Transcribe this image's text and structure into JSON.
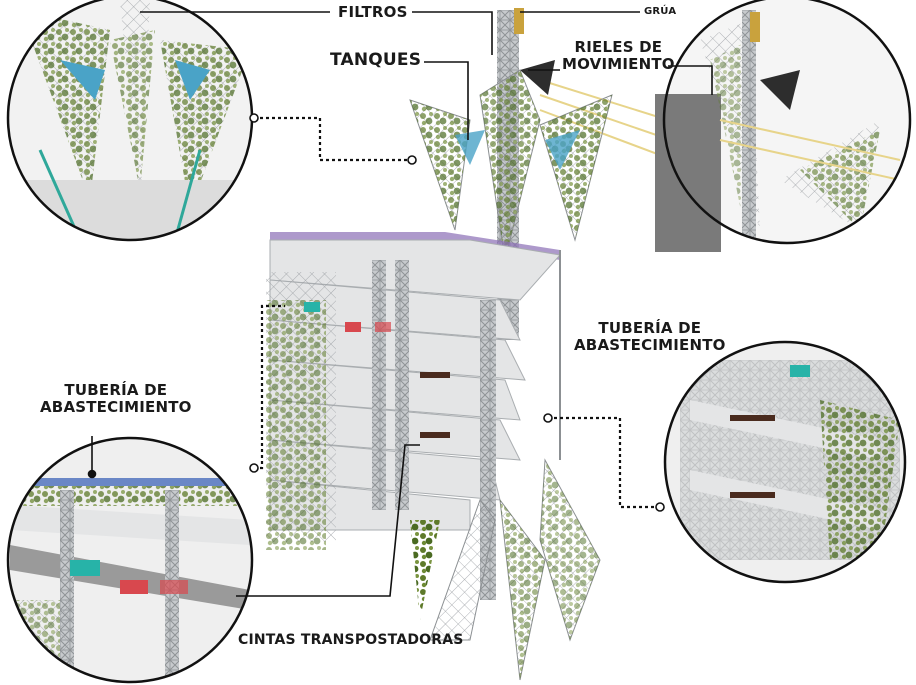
{
  "labels": {
    "filtros": "FILTROS",
    "grua": "GRÚA",
    "tanques": "TANQUES",
    "rieles": [
      "RIELES DE",
      "MOVIMIENTO"
    ],
    "tuberia_right": [
      "TUBERÍA DE",
      "ABASTECIMIENTO"
    ],
    "tuberia_left": [
      "TUBERÍA DE",
      "ABASTECIMIENTO"
    ],
    "cintas": "CINTAS TRANSPOSTADORAS"
  },
  "colors": {
    "structure": "#b9bcbf",
    "floor": "#e4e5e6",
    "vegetation": "#5e7a2a",
    "vegetation_dark": "#3f5a1c",
    "glass_tank": "#4aa3c7",
    "cable": "#2fa89a",
    "wall": "#7a7a7a",
    "box_cyan": "#27b3a8",
    "box_red": "#d8484e",
    "truss_purple": "#8a6db5",
    "crane": "#c9a23d",
    "leader_line": "#111111"
  }
}
